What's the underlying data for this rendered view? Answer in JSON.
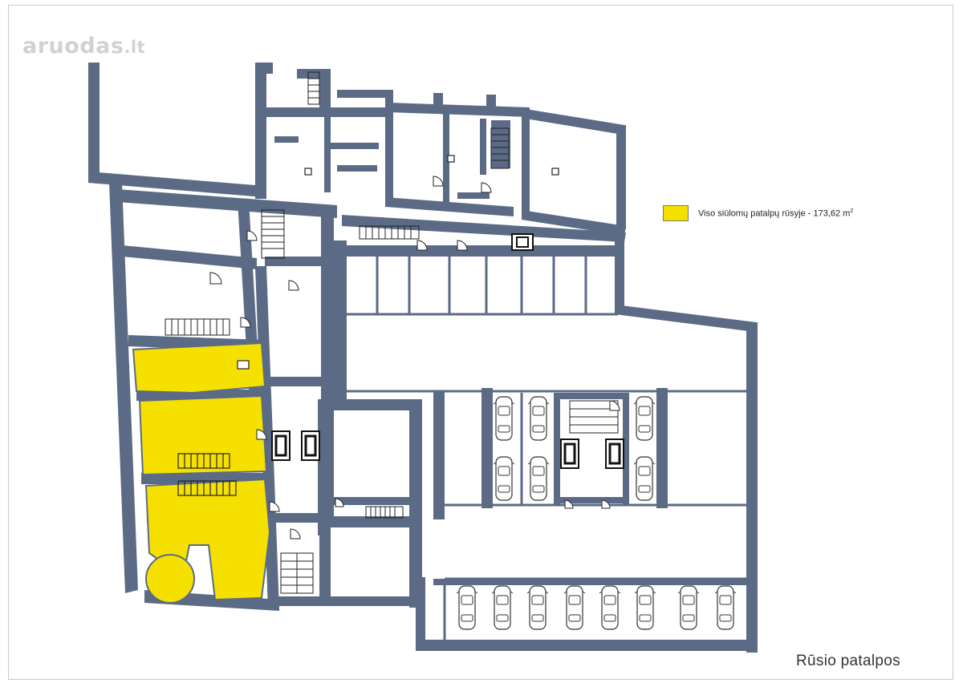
{
  "watermark": {
    "name": "aruodas",
    "tld": ".lt"
  },
  "legend": {
    "label": "Viso siūlomų patalpų rūsyje - 173,62 m",
    "unit_exponent": "2",
    "highlight_color": "#f5e000"
  },
  "caption": "Rūsio patalpos",
  "colors": {
    "wall": "#5b6b86",
    "highlight": "#f5e000",
    "background": "#ffffff"
  },
  "icons": {
    "car": "car-icon",
    "door": "door-swing-icon",
    "stair": "stair-icon",
    "elevator": "elevator-icon"
  }
}
